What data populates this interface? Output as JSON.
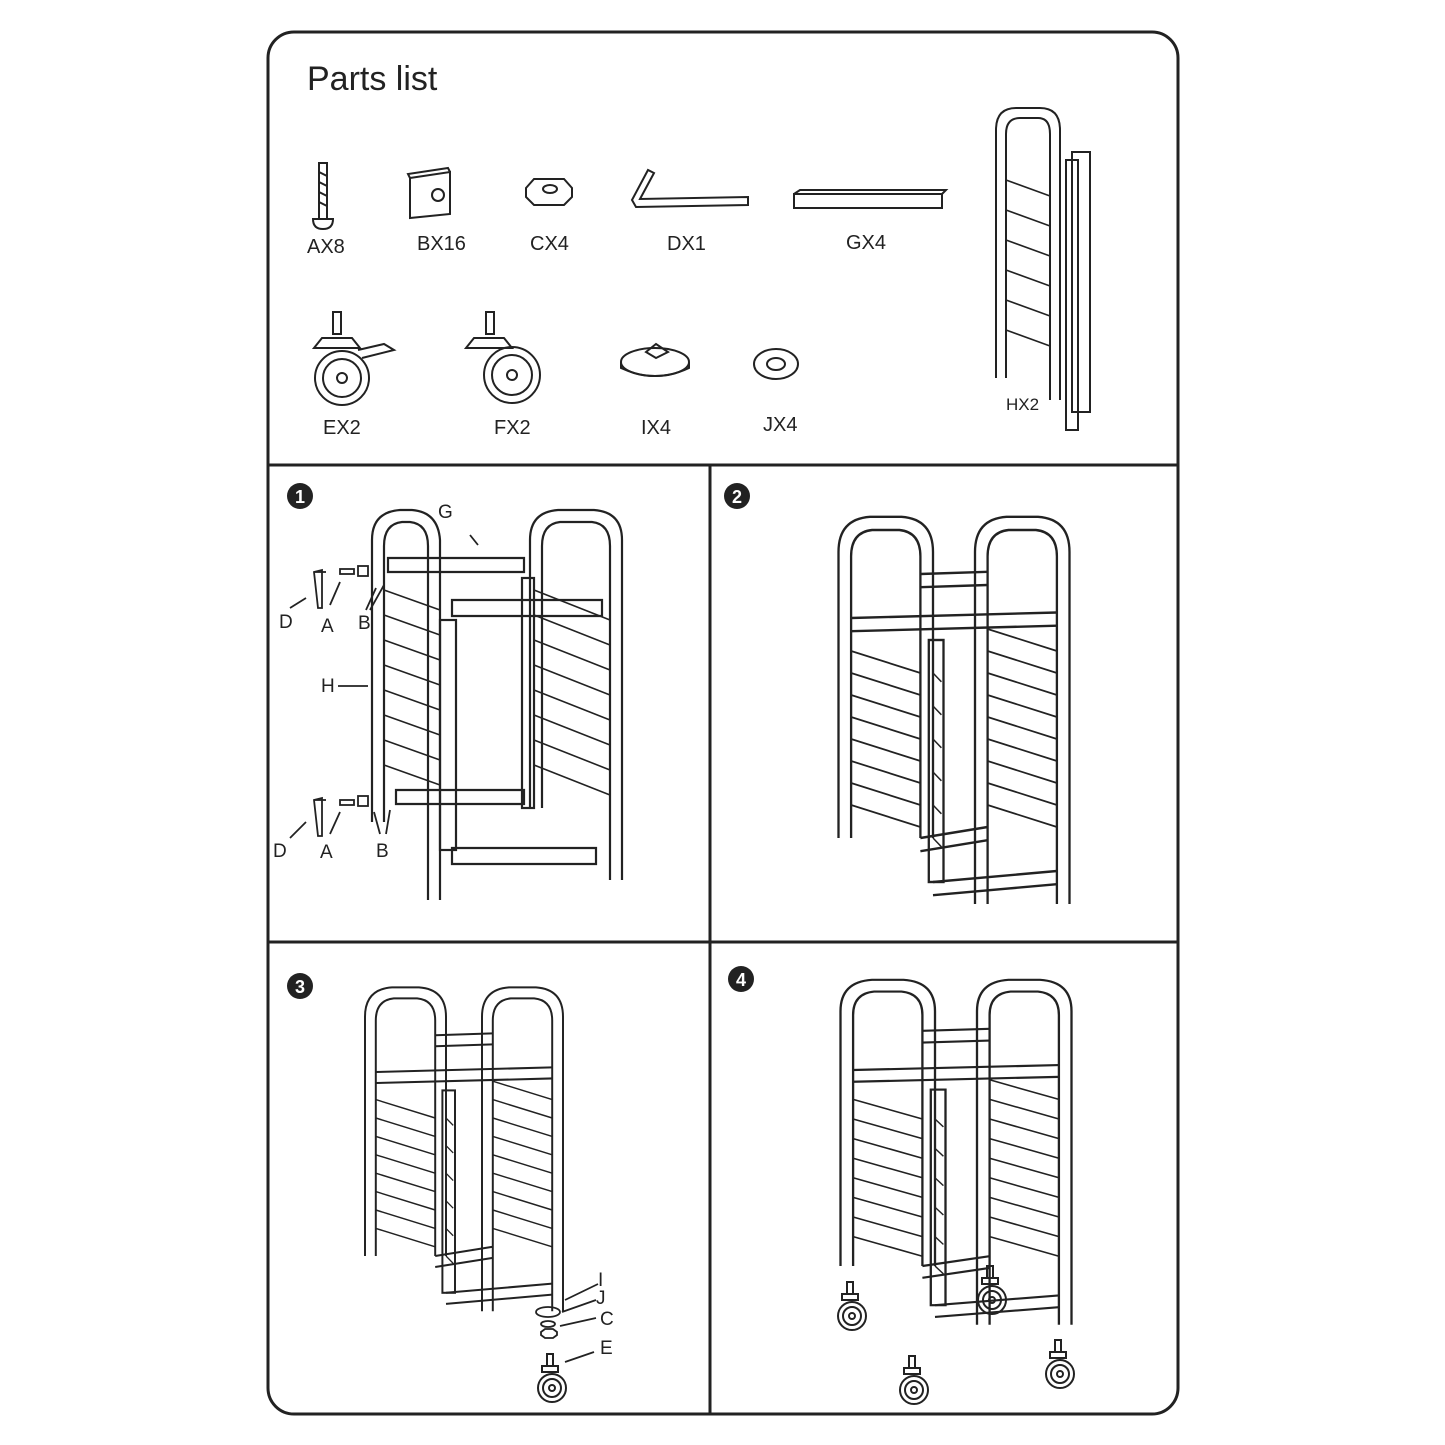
{
  "title": "Parts list",
  "parts": [
    {
      "label": "AX8"
    },
    {
      "label": "BX16"
    },
    {
      "label": "CX4"
    },
    {
      "label": "DX1"
    },
    {
      "label": "GX4"
    },
    {
      "label": "HX2"
    },
    {
      "label": "EX2"
    },
    {
      "label": "FX2"
    },
    {
      "label": "IX4"
    },
    {
      "label": "JX4"
    }
  ],
  "steps": [
    {
      "number": "1",
      "callouts": [
        "G",
        "D",
        "A",
        "B",
        "H",
        "D",
        "A",
        "B"
      ]
    },
    {
      "number": "2"
    },
    {
      "number": "3",
      "callouts": [
        "I",
        "J",
        "C",
        "E"
      ]
    },
    {
      "number": "4"
    }
  ],
  "colors": {
    "line": "#222222",
    "background": "#ffffff"
  }
}
